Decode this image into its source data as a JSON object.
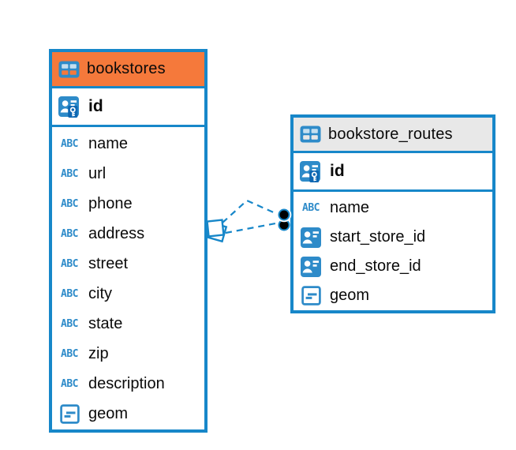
{
  "colors": {
    "accent_blue": "#1787c9",
    "icon_blue": "#2e8bc9",
    "key_badge_blue": "#0e67b2",
    "header_orange": "#f5793b",
    "header_gray": "#e8e8e8",
    "endpoint_black": "#000000",
    "background": "#ffffff"
  },
  "icons": {
    "text_type_label": "ABC"
  },
  "tables": [
    {
      "name": "bookstores",
      "header_style": "orange",
      "primary_key": {
        "name": "id"
      },
      "columns": [
        {
          "name": "name",
          "type": "text"
        },
        {
          "name": "url",
          "type": "text"
        },
        {
          "name": "phone",
          "type": "text"
        },
        {
          "name": "address",
          "type": "text"
        },
        {
          "name": "street",
          "type": "text"
        },
        {
          "name": "city",
          "type": "text"
        },
        {
          "name": "state",
          "type": "text"
        },
        {
          "name": "zip",
          "type": "text"
        },
        {
          "name": "description",
          "type": "text"
        },
        {
          "name": "geom",
          "type": "geometry"
        }
      ]
    },
    {
      "name": "bookstore_routes",
      "header_style": "gray",
      "primary_key": {
        "name": "id"
      },
      "columns": [
        {
          "name": "name",
          "type": "text"
        },
        {
          "name": "start_store_id",
          "type": "reference"
        },
        {
          "name": "end_store_id",
          "type": "reference"
        },
        {
          "name": "geom",
          "type": "geometry"
        }
      ]
    }
  ],
  "relationship": {
    "style": "dashed",
    "line_count": 2
  }
}
